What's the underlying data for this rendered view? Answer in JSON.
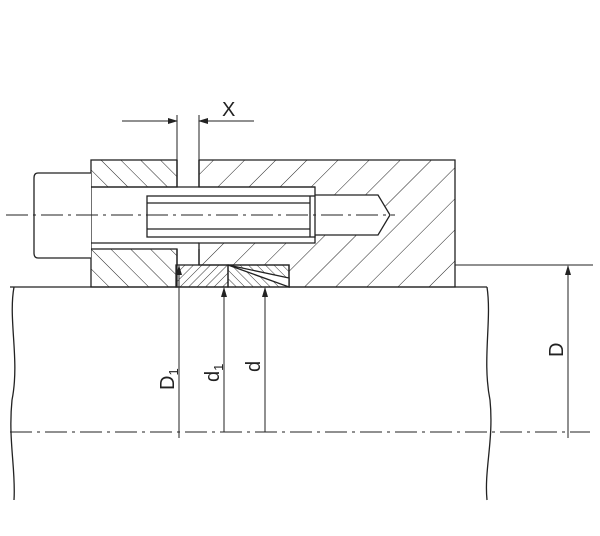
{
  "drawing": {
    "labels": {
      "x": "X",
      "D1_main": "D",
      "D1_sub": "1",
      "d1_main": "d",
      "d1_sub": "1",
      "d": "d",
      "D": "D"
    },
    "line_color": "#222222"
  }
}
